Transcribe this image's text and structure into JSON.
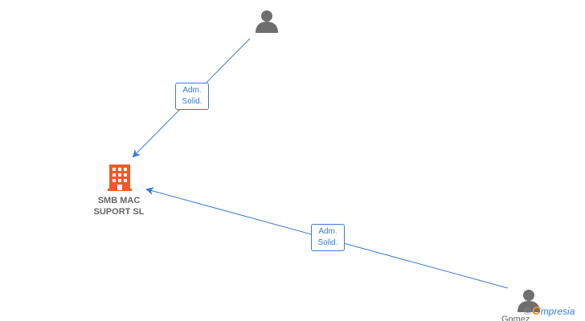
{
  "colors": {
    "edge": "#3a7bd5",
    "company_icon": "#f05a28",
    "person_icon": "#6e6e6e",
    "text": "#666666"
  },
  "company": {
    "name_line1": "SMB MAC",
    "name_line2": "SUPORT  SL",
    "icon": "building-icon"
  },
  "persons": [
    {
      "id": "person-top",
      "icon": "person-icon",
      "name": ""
    },
    {
      "id": "person-bottom-right",
      "icon": "person-icon",
      "name": "Gomez"
    }
  ],
  "edges": [
    {
      "from": "person-top",
      "to": "company",
      "label_line1": "Adm.",
      "label_line2": "Solid."
    },
    {
      "from": "person-bottom-right",
      "to": "company",
      "label_line1": "Adm.",
      "label_line2": "Solid."
    }
  ],
  "watermark": {
    "copyright": "©",
    "brand_first": "C",
    "brand_rest": "mpresia"
  }
}
